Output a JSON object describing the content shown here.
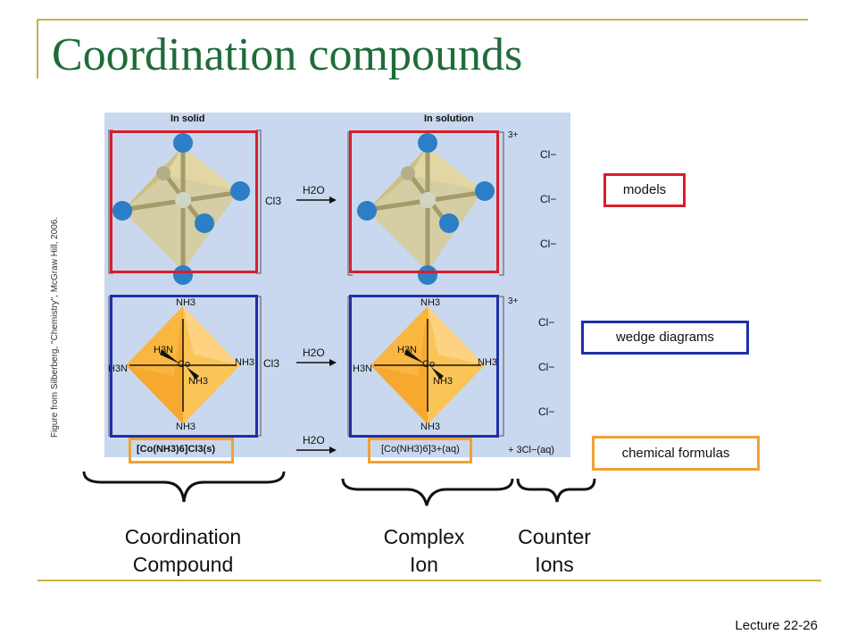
{
  "slide": {
    "title": "Coordination compounds",
    "credit": "Figure from Silberberg, \"Chemistry\", McGraw Hill, 2006.",
    "footer": "Lecture 22-26"
  },
  "figure": {
    "header_left": "In solid",
    "header_right": "In solution",
    "charge": "3+",
    "cl3": "Cl3",
    "h2o": "H2O",
    "cl_ion": "Cl−",
    "nh3": "NH3",
    "h3n": "H3N",
    "co": "Co",
    "formula_solid": "[Co(NH3)6]Cl3(s)",
    "formula_complex": "[Co(NH3)6]3+(aq)",
    "formula_counter": "+ 3Cl−(aq)"
  },
  "callouts": {
    "models": "models",
    "wedge": "wedge diagrams",
    "formulas": "chemical formulas"
  },
  "labels": {
    "coordination_line1": "Coordination",
    "coordination_line2": "Compound",
    "complex_line1": "Complex",
    "complex_line2": "Ion",
    "counter_line1": "Counter",
    "counter_line2": "Ions"
  },
  "colors": {
    "title_green": "#1f6b3a",
    "models_red": "#d81e2a",
    "wedge_blue": "#1f2fa8",
    "formula_orange": "#f0a232",
    "frame_gold": "#c8b04a"
  }
}
